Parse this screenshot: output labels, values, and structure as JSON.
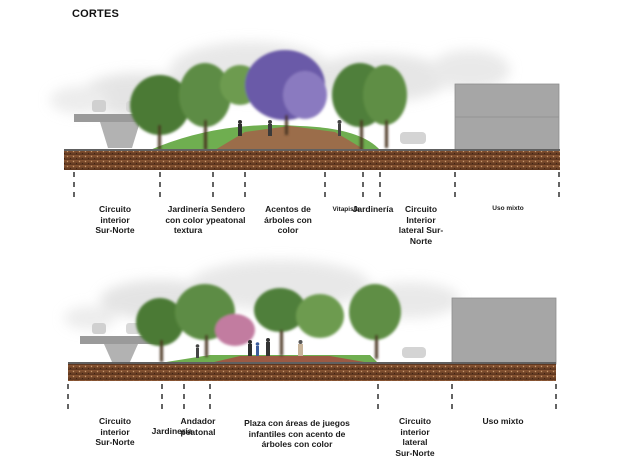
{
  "title": "CORTES",
  "section_1": {
    "labels": [
      "Circuito\ninterior\nSur-Norte",
      "Jardinería\ncon color y\ntextura",
      "Sendero\npeatonal",
      "Acentos de\nárboles con\ncolor",
      "Vitapista",
      "Jardinería",
      "Circuito\nInterior\nlateral Sur-\nNorte",
      "Uso mixto"
    ]
  },
  "section_2": {
    "labels": [
      "Circuito\ninterior\nSur-Norte",
      "Jardinería",
      "Andador\npeatonal",
      "Plaza con áreas de juegos\ninfantiles con acento de\nárboles con color",
      "Circuito\ninterior\nlateral\nSur-Norte",
      "Uso mixto"
    ]
  },
  "colors": {
    "soil": "#7a4a2e",
    "soil_dark": "#4e2c1a",
    "grass": "#6aa84f",
    "path": "#9c5a44",
    "building": "#a8a8a8",
    "tree_green": "#4f7f3a",
    "tree_purple": "#6b5aa8",
    "tree_pink": "#c27ba0"
  }
}
